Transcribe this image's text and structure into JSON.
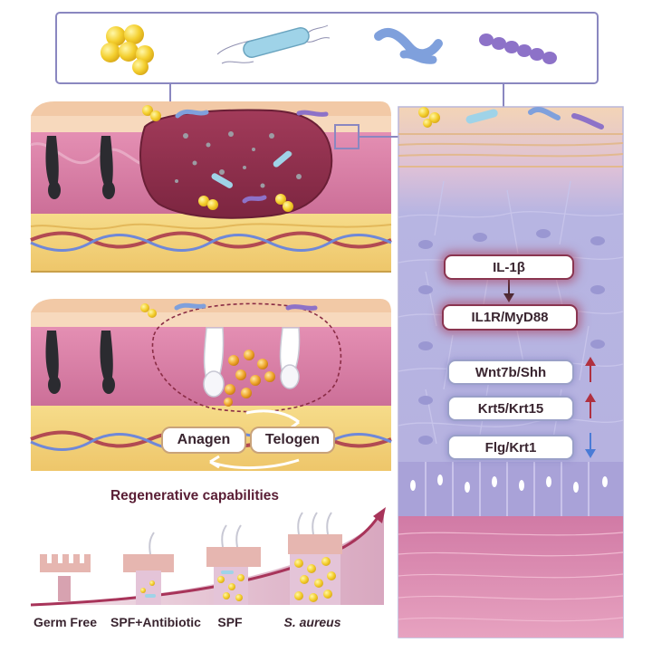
{
  "markers": {
    "il1b": "IL-1β",
    "il1r": "IL1R/MyD88",
    "wnt": "Wnt7b/Shh",
    "krt5": "Krt5/Krt15",
    "flg": "Flg/Krt1"
  },
  "cycle": {
    "anagen": "Anagen",
    "telogen": "Telogen"
  },
  "regen": {
    "title": "Regenerative capabilities",
    "conditions": [
      "Germ Free",
      "SPF+Antibiotic",
      "SPF",
      "S. aureus"
    ]
  },
  "colors": {
    "up_arrow": "#b0303f",
    "down_arrow": "#4a7bd6",
    "wound": "#8f2f4d",
    "dermis": "#d67aa0",
    "fat": "#f2d680",
    "epidermis_cells": "#aaaede"
  }
}
